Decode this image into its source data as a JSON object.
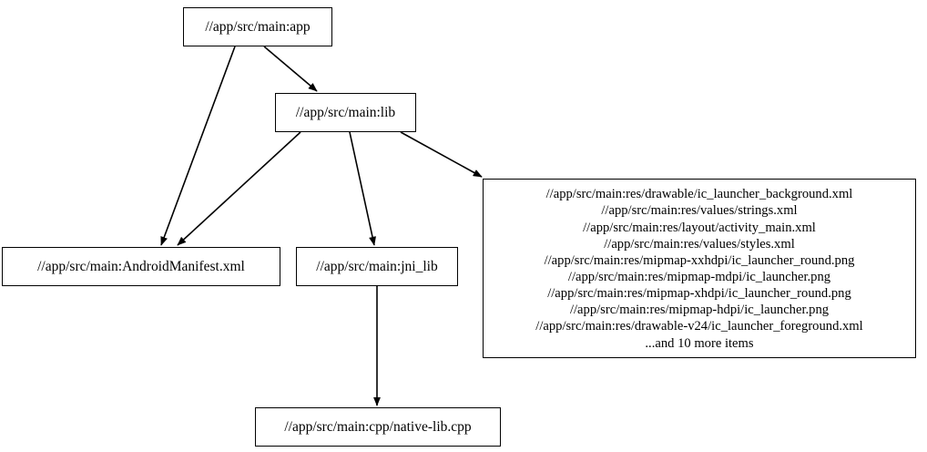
{
  "graph": {
    "type": "directed-dependency-graph",
    "background_color": "#ffffff",
    "node_border_color": "#000000",
    "edge_color": "#000000",
    "nodes": [
      {
        "id": "app",
        "label": "//app/src/main:app"
      },
      {
        "id": "lib",
        "label": "//app/src/main:lib"
      },
      {
        "id": "manifest",
        "label": "//app/src/main:AndroidManifest.xml"
      },
      {
        "id": "jni_lib",
        "label": "//app/src/main:jni_lib"
      },
      {
        "id": "cpp",
        "label": "//app/src/main:cpp/native-lib.cpp"
      },
      {
        "id": "res",
        "lines": [
          "//app/src/main:res/drawable/ic_launcher_background.xml",
          "//app/src/main:res/values/strings.xml",
          "//app/src/main:res/layout/activity_main.xml",
          "//app/src/main:res/values/styles.xml",
          "//app/src/main:res/mipmap-xxhdpi/ic_launcher_round.png",
          "//app/src/main:res/mipmap-mdpi/ic_launcher.png",
          "//app/src/main:res/mipmap-xhdpi/ic_launcher_round.png",
          "//app/src/main:res/mipmap-hdpi/ic_launcher.png",
          "//app/src/main:res/drawable-v24/ic_launcher_foreground.xml",
          "...and 10 more items"
        ]
      }
    ],
    "edges": [
      {
        "from": "app",
        "to": "lib"
      },
      {
        "from": "app",
        "to": "manifest"
      },
      {
        "from": "lib",
        "to": "manifest"
      },
      {
        "from": "lib",
        "to": "jni_lib"
      },
      {
        "from": "lib",
        "to": "res"
      },
      {
        "from": "jni_lib",
        "to": "cpp"
      }
    ]
  }
}
